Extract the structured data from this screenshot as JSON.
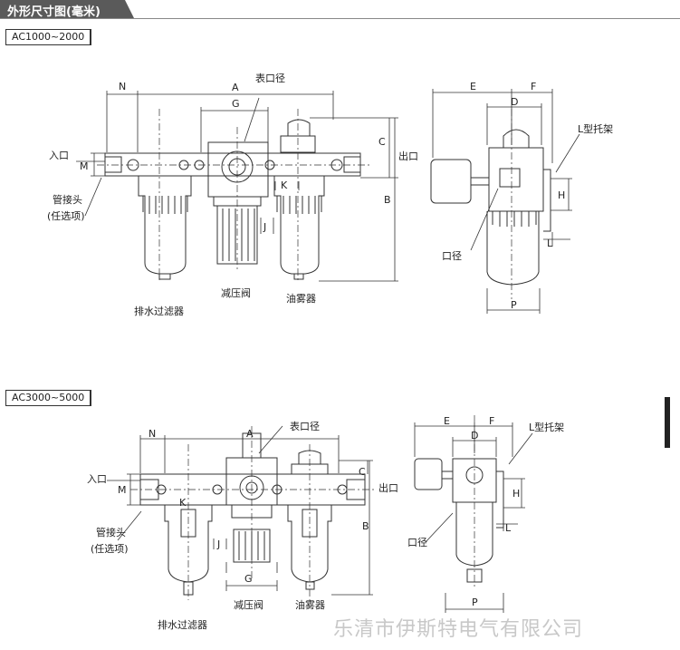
{
  "header": {
    "title": "外形尺寸图(毫米)"
  },
  "section1": {
    "model": "AC1000~2000",
    "labels": {
      "N": "N",
      "A": "A",
      "G": "G",
      "surface_port": "表口径",
      "C": "C",
      "B": "B",
      "M": "M",
      "inlet": "入口",
      "outlet": "出口",
      "K": "K",
      "J": "J",
      "fitting": "管接头",
      "optional": "(任选项)",
      "regulator": "减压阀",
      "lubricator": "油雾器",
      "drain_filter": "排水过滤器",
      "E": "E",
      "F": "F",
      "D": "D",
      "bracket": "L型托架",
      "H": "H",
      "L": "L",
      "port": "口径",
      "P": "P"
    }
  },
  "section2": {
    "model": "AC3000~5000",
    "labels": {
      "N": "N",
      "A": "A",
      "surface_port": "表口径",
      "C": "C",
      "M": "M",
      "inlet": "入口",
      "outlet": "出口",
      "B": "B",
      "K": "K",
      "J": "J",
      "G": "G",
      "fitting": "管接头",
      "optional": "(任选项)",
      "regulator": "减压阀",
      "lubricator": "油雾器",
      "drain_filter": "排水过滤器",
      "E": "E",
      "F": "F",
      "D": "D",
      "bracket": "L型托架",
      "H": "H",
      "L": "L",
      "port": "口径",
      "P": "P"
    }
  },
  "watermark": "乐清市伊斯特电气有限公司"
}
